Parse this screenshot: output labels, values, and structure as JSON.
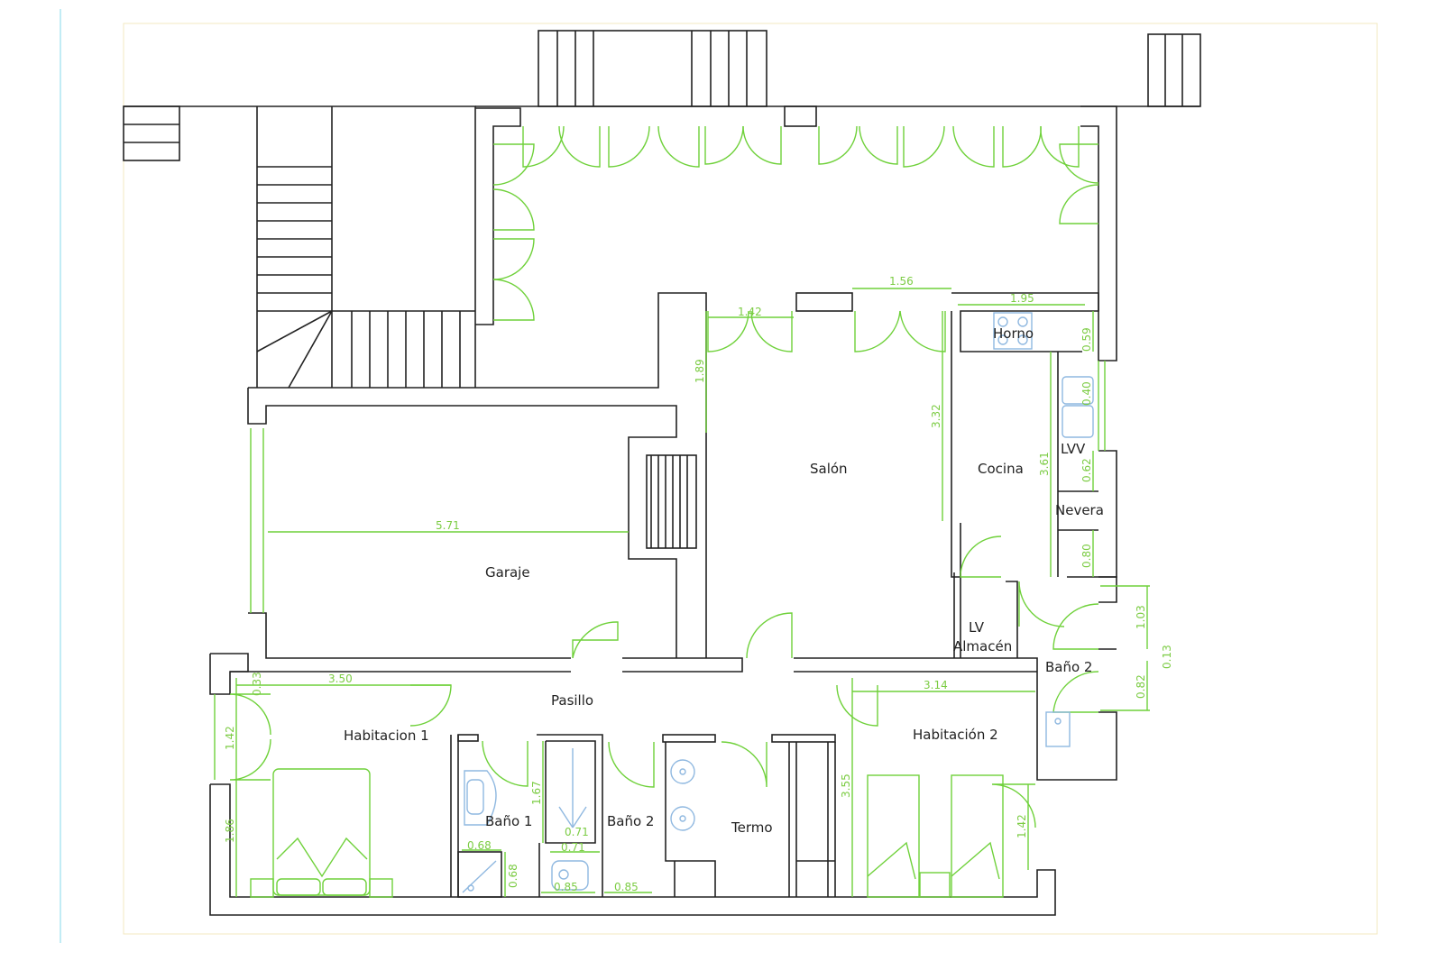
{
  "rooms": {
    "garaje": "Garaje",
    "salon": "Salón",
    "cocina": "Cocina",
    "horno": "Horno",
    "lvv": "LVV",
    "nevera": "Nevera",
    "lv": "LV",
    "almacen": "Almacén",
    "bano2_right": "Baño  2",
    "pasillo": "Pasillo",
    "habitacion1": "Habitacion  1",
    "bano1": "Baño  1",
    "bano2": "Baño  2",
    "termo": "Termo",
    "habitacion2": "Habitación  2"
  },
  "dimensions": {
    "d156": "1.56",
    "d195": "1.95",
    "d142a": "1.42",
    "d189": "1.89",
    "d332": "3.32",
    "d059": "0.59",
    "d040": "0.40",
    "d361": "3.61",
    "d062": "0.62",
    "d080": "0.80",
    "d571": "5.71",
    "d103": "1.03",
    "d013": "0.13",
    "d082": "0.82",
    "d033": "0.33",
    "d350": "3.50",
    "d314": "3.14",
    "d142b": "1.42",
    "d186": "1.86",
    "d167": "1.67",
    "d071a": "0.71",
    "d071b": "0.71",
    "d068a": "0.68",
    "d068b": "0.68",
    "d085a": "0.85",
    "d085b": "0.85",
    "d355": "3.55",
    "d142c": "1.42"
  },
  "colors": {
    "walls": "#222222",
    "doors_dimensions": "#6fd13a",
    "fixtures": "#8fb8e0"
  }
}
